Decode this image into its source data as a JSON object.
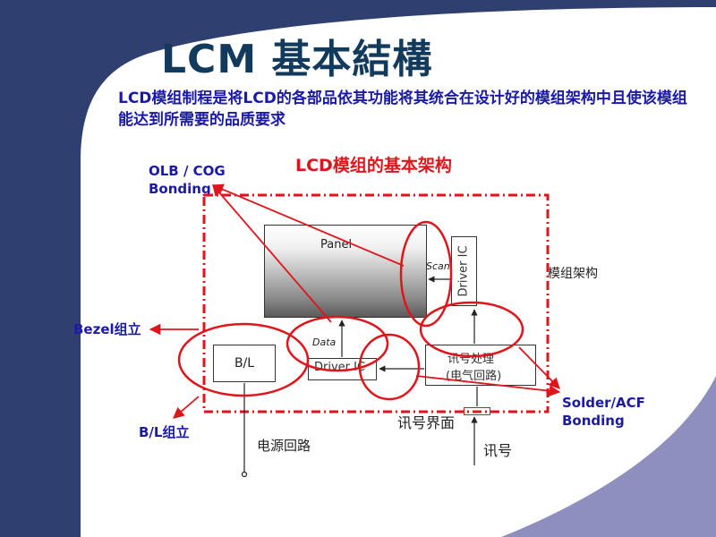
{
  "slide": {
    "title": "LCM 基本結構",
    "intro": "LCD模组制程是将LCD的各部品依其功能将其统合在设计好的模组架构中且使该模组能达到所需要的品质要求"
  },
  "diagram": {
    "title": "LCD模组的基本架构",
    "components": {
      "panel": "Panel",
      "scan_driver": "Driver IC",
      "data_driver": "Driver IC",
      "backlight": "B/L",
      "signal_processing_line1": "讯号处理",
      "signal_processing_line2": "(电气回路)"
    },
    "signal_labels": {
      "scan": "Scan",
      "data": "Data"
    },
    "outer_labels": {
      "module": "模组架构",
      "power": "电源回路",
      "interface": "讯号界面",
      "signal_in": "讯号"
    },
    "process_labels": {
      "olb_cog_line1": "OLB / COG",
      "olb_cog_line2": "Bonding",
      "bezel": "Bezel组立",
      "bl_assembly": "B/L组立",
      "solder_acf_line1": "Solder/ACF",
      "solder_acf_line2": "Bonding"
    },
    "colors": {
      "highlight": "#e0141b",
      "label_blue": "#1a1aa6",
      "title_navy": "#123a5c",
      "frame_navy": "#2f3f70",
      "frame_purple": "#8f8fbf"
    }
  }
}
